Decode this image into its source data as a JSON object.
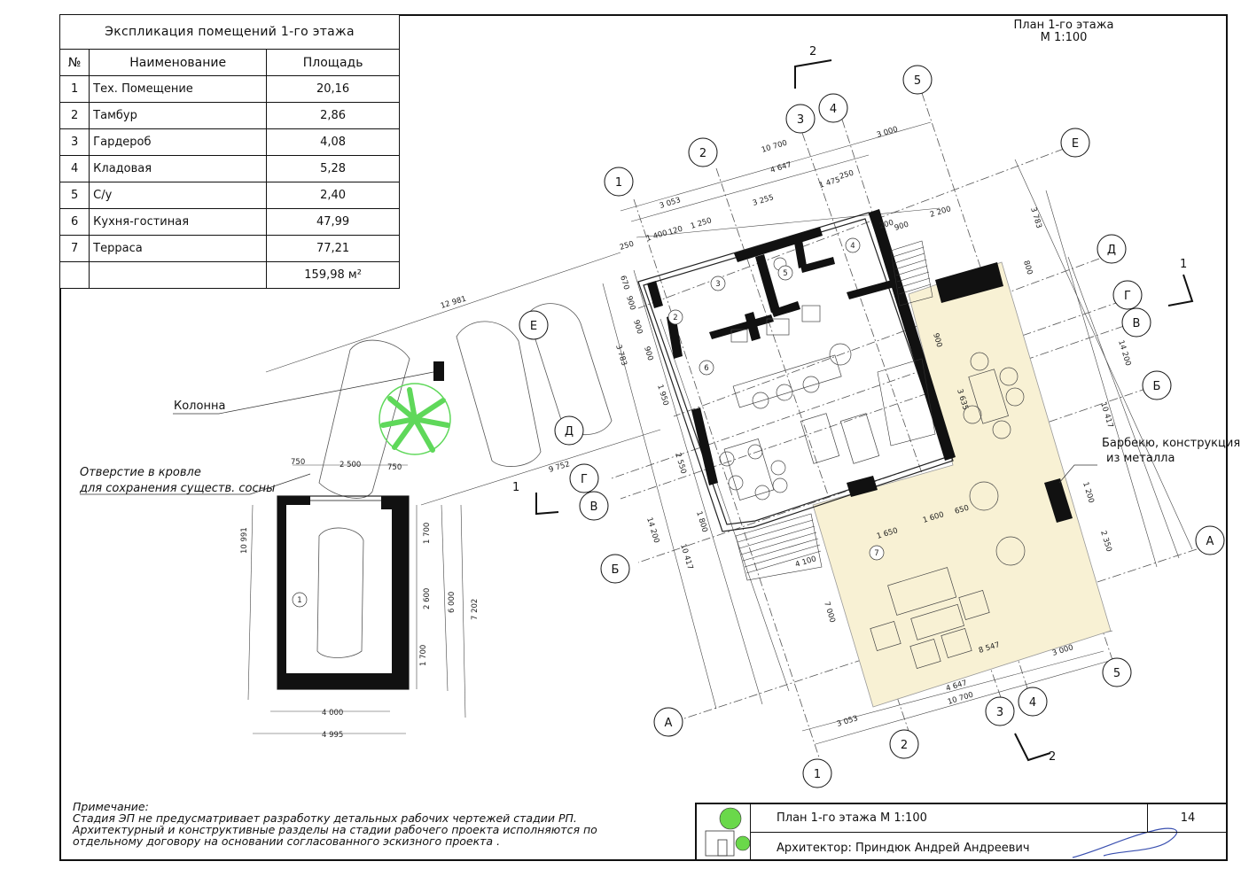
{
  "schedule": {
    "caption": "Экспликация помещений 1-го этажа",
    "headers": [
      "№",
      "Наименование",
      "Площадь"
    ],
    "rows": [
      {
        "num": "1",
        "name": "Тех. Помещение",
        "area": "20,16"
      },
      {
        "num": "2",
        "name": "Тамбур",
        "area": "2,86"
      },
      {
        "num": "3",
        "name": "Гардероб",
        "area": "4,08"
      },
      {
        "num": "4",
        "name": "Кладовая",
        "area": "5,28"
      },
      {
        "num": "5",
        "name": "С/у",
        "area": "2,40"
      },
      {
        "num": "6",
        "name": "Кухня-гостиная",
        "area": "47,99"
      },
      {
        "num": "7",
        "name": "Терраса",
        "area": "77,21"
      }
    ],
    "total": "159,98 м²"
  },
  "plan_title": {
    "line1": "План  1-го этажа",
    "line2": "М 1:100"
  },
  "labels": {
    "column": "Колонна",
    "hole_line1": "Отверстие в кровле",
    "hole_line2": "для сохранения существ. сосны",
    "bbq_line1": "Барбекю, конструкция",
    "bbq_line2": "из металла"
  },
  "note": {
    "title": "Примечание:",
    "line1": "Стадия ЭП не предусматривает разработку детальных рабочих чертежей стадии РП.",
    "line2": "Архитектурный и конструктивные разделы на стадии рабочего проекта исполняются по",
    "line3": "отдельному договору  на основании согласованного эскизного проекта ."
  },
  "stamp": {
    "title": "План  1-го этажа М 1:100",
    "architect": "Архитектор: Приндюк Андрей Андреевич",
    "sheet": "14"
  },
  "axes": {
    "top": [
      "1",
      "2",
      "3",
      "4",
      "5"
    ],
    "bottom": [
      "1",
      "2",
      "3",
      "4",
      "5"
    ],
    "right": [
      "Е",
      "Д",
      "Г",
      "В",
      "Б",
      "А"
    ],
    "left": [
      "Е",
      "Д",
      "Г",
      "В",
      "Б",
      "А"
    ]
  },
  "sections": [
    "2",
    "2",
    "1",
    "1"
  ],
  "rooms": [
    "1",
    "2",
    "3",
    "4",
    "5",
    "6",
    "7"
  ],
  "dims": {
    "top_total": "10 700",
    "top_a": "3 053",
    "top_b": "4 647",
    "top_c": "3 000",
    "top_d": "1 475",
    "top_e": "250",
    "top_f": "3 255",
    "top_g": "1 400",
    "top_h": "120",
    "top_i": "1 250",
    "top_j": "250",
    "top_k": "200",
    "top_l": "900",
    "top_m": "2 200",
    "right_a": "3 783",
    "right_b": "800",
    "right_c": "14 200",
    "right_d": "10 417",
    "right_e": "1 200",
    "right_f": "2 350",
    "left_a": "670",
    "left_b": "900",
    "left_c": "900",
    "left_d": "900",
    "left_e": "3 783",
    "left_f": "1 950",
    "left_g": "2 550",
    "left_h": "1 800",
    "left_i": "14 200",
    "left_j": "10 417",
    "diag_a": "12 981",
    "diag_b": "9 752",
    "inner_a": "900",
    "inner_b": "3 635",
    "ter_a": "1 650",
    "ter_b": "1 600",
    "ter_c": "650",
    "ter_d": "4 100",
    "ter_e": "7 000",
    "bot_a": "8 547",
    "bot_b": "3 000",
    "bot_c": "4 647",
    "bot_d": "10 700",
    "bot_e": "3 053",
    "gar_a": "750",
    "gar_b": "2 500",
    "gar_c": "750",
    "gar_d": "1 700",
    "gar_e": "2 600",
    "gar_f": "1 700",
    "gar_g": "6 000",
    "gar_h": "7 202",
    "gar_i": "10 991",
    "gar_j": "4 000",
    "gar_k": "4 995"
  },
  "colors": {
    "terrace": "#f8f1d4",
    "wall": "#111111",
    "tree": "#5fd85a",
    "logo": "#6ad84a"
  }
}
